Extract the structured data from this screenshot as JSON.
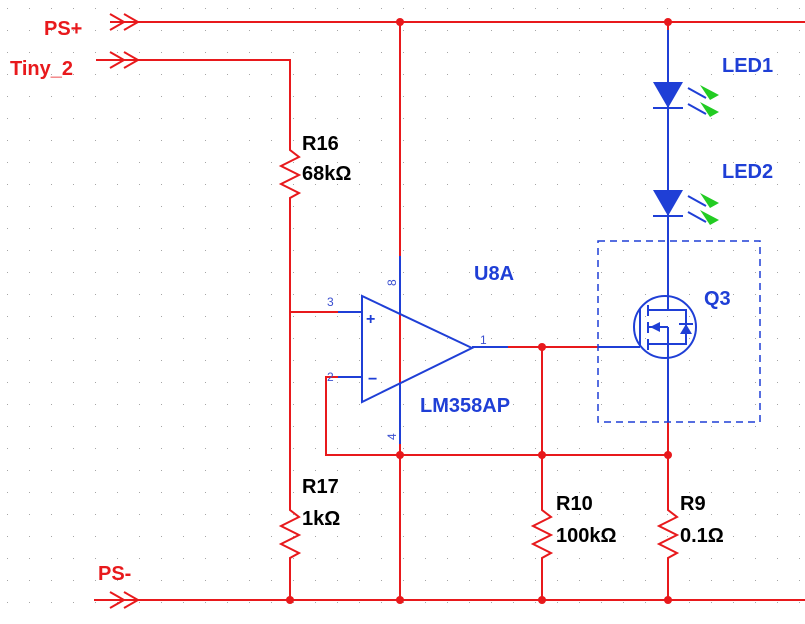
{
  "nets": {
    "ps_plus": "PS+",
    "tiny_2": "Tiny_2",
    "ps_minus": "PS-"
  },
  "resistors": {
    "r16": {
      "ref": "R16",
      "value": "68kΩ"
    },
    "r17": {
      "ref": "R17",
      "value": "1kΩ"
    },
    "r10": {
      "ref": "R10",
      "value": "100kΩ"
    },
    "r9": {
      "ref": "R9",
      "value": "0.1Ω"
    }
  },
  "opamp": {
    "ref": "U8A",
    "part": "LM358AP",
    "pins": {
      "noninv": "3",
      "inv": "2",
      "out": "1",
      "vcc": "8",
      "gnd": "4"
    },
    "plus_sign": "+",
    "minus_sign": "−"
  },
  "leds": [
    {
      "ref": "LED1"
    },
    {
      "ref": "LED2"
    }
  ],
  "mosfet": {
    "ref": "Q3"
  },
  "colors": {
    "wire": "#e8191c",
    "component": "#1f3fd6",
    "led_arrow": "#22cc22",
    "grid_dot": "#8a8a8a",
    "background": "#ffffff"
  }
}
